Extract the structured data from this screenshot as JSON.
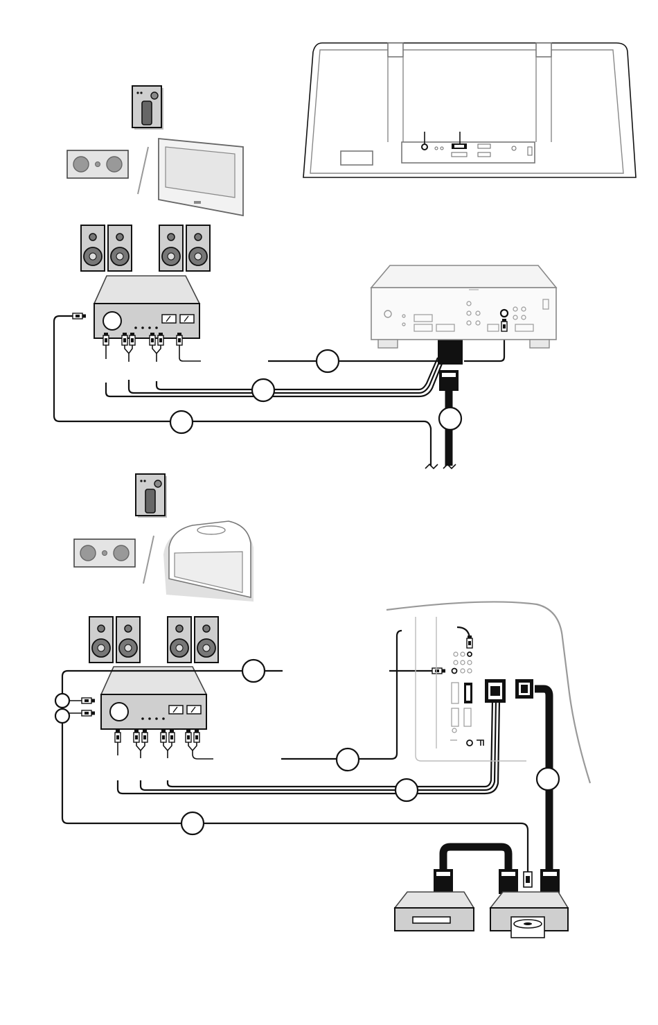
{
  "figure": {
    "upper_section": {
      "devices": [
        "subwoofer",
        "center-speaker",
        "flat-tv",
        "front-speakers",
        "rear-speakers",
        "amplifier",
        "tv-rear-panel-wide",
        "tv-rear-panel-box"
      ],
      "numbered_badges": 4
    },
    "lower_section": {
      "devices": [
        "subwoofer",
        "center-speaker",
        "crt-tv",
        "front-speakers",
        "rear-speakers",
        "amplifier",
        "tv-side-panel",
        "dvd-player",
        "vcr"
      ],
      "numbered_badges": 7
    },
    "icons": [
      "speaker-icon",
      "subwoofer-icon",
      "tv-icon",
      "amplifier-icon",
      "scart-connector-icon",
      "rca-plug-icon",
      "dvd-icon",
      "vcr-icon"
    ]
  }
}
